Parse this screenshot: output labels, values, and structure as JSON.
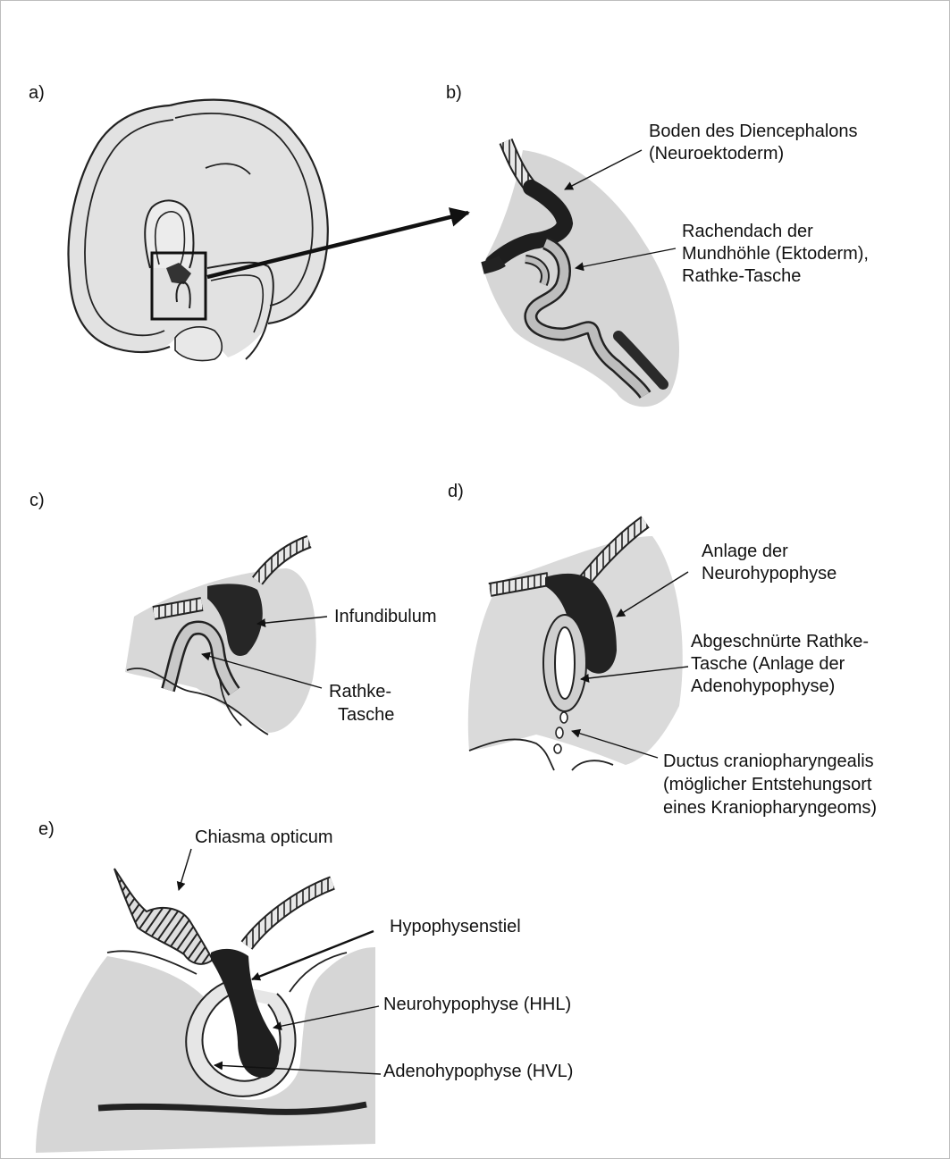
{
  "panels": {
    "a": {
      "letter": "a)"
    },
    "b": {
      "letter": "b)",
      "label_1": {
        "line1": "Boden des Diencephalons",
        "line2": "(Neuroektoderm)"
      },
      "label_2": {
        "line1": "Rachendach der",
        "line2": "Mundhöhle (Ektoderm),",
        "line3": "Rathke-Tasche"
      }
    },
    "c": {
      "letter": "c)",
      "label_1": "Infundibulum",
      "label_2": {
        "line1": "Rathke-",
        "line2": "Tasche"
      }
    },
    "d": {
      "letter": "d)",
      "label_1": {
        "line1": "Anlage der",
        "line2": "Neurohypophyse"
      },
      "label_2": {
        "line1": "Abgeschnürte Rathke-",
        "line2": "Tasche (Anlage der",
        "line3": "Adenohypophyse)"
      },
      "label_3": {
        "line1": "Ductus craniopharyngealis",
        "line2": "(möglicher Entstehungsort",
        "line3": "eines Kraniopharyngeoms)"
      }
    },
    "e": {
      "letter": "e)",
      "label_1": "Chiasma opticum",
      "label_2": "Hypophysenstiel",
      "label_3": "Neurohypophyse (HHL)",
      "label_4": "Adenohypophyse (HVL)"
    }
  },
  "colors": {
    "ink": "#111111",
    "tissue_gray": "#d4d4d4",
    "tissue_light": "#e4e4e4",
    "neuro_dark": "#202020",
    "frame": "#bdbdbd"
  }
}
